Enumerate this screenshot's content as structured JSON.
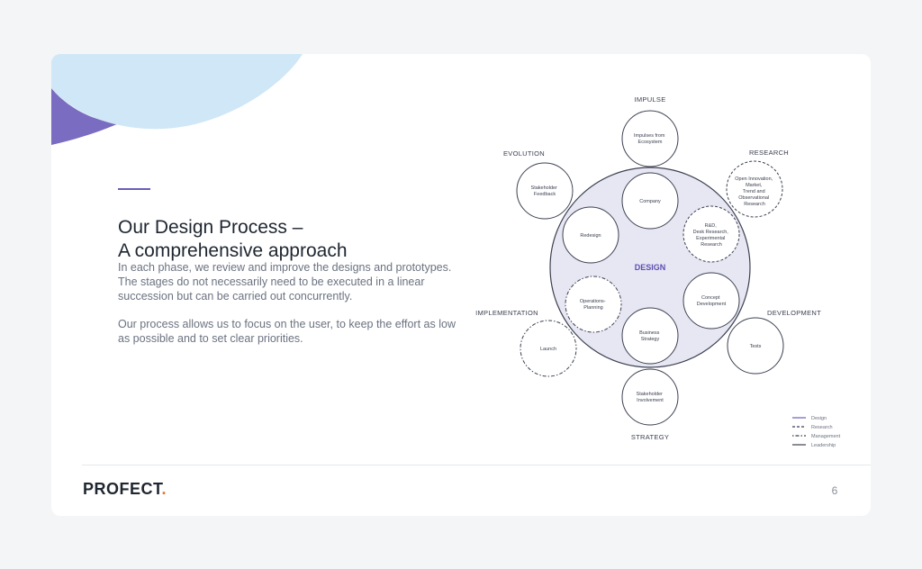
{
  "slide": {
    "title_line1": "Our Design Process –",
    "title_line2": "A comprehensive approach",
    "paragraph1": "In each phase, we review and improve the designs and prototypes. The stages do not necessarily need to be executed in a linear succession but can be carried out concurrently.",
    "paragraph2": "Our process allows us to focus on the user, to keep the effort as low as possible and to set clear priorities."
  },
  "diagram": {
    "center_label": "DESIGN",
    "phases": {
      "impulse": "IMPULSE",
      "research": "RESEARCH",
      "evolution": "EVOLUTION",
      "development": "DEVELOPMENT",
      "implementation": "IMPLEMENTATION",
      "strategy": "STRATEGY"
    },
    "nodes": {
      "impulses_from_ecosystem": [
        "Impulses from",
        "Ecosystem"
      ],
      "company": [
        "Company"
      ],
      "open_innovation": [
        "Open Innovation,",
        "Market,",
        "Trend and",
        "Observational",
        "Research"
      ],
      "rd_desk_research": [
        "R&D,",
        "Desk Research,",
        "Experimental",
        "Research"
      ],
      "stakeholder_feedback": [
        "Stakeholder",
        "Feedback"
      ],
      "redesign": [
        "Redesign"
      ],
      "concept_development": [
        "Concept",
        "Development"
      ],
      "tests": [
        "Tests"
      ],
      "operations_planning": [
        "Operations-",
        "Planning"
      ],
      "launch": [
        "Launch"
      ],
      "business_strategy": [
        "Business",
        "Strategy"
      ],
      "stakeholder_involvement": [
        "Stakeholder",
        "Involvement"
      ]
    },
    "legend": {
      "design": "Design",
      "research": "Research",
      "management": "Management",
      "leadership": "Leadership"
    }
  },
  "footer": {
    "logo_text": "PROFECT",
    "logo_dot": ".",
    "page_number": "6"
  },
  "colors": {
    "accent_purple": "#6a5fb8",
    "deco_light_blue": "#cfe7f6",
    "deco_purple": "#7a6cc0",
    "design_fill": "#e7e6f3",
    "logo_dot_orange": "#e8742d"
  }
}
